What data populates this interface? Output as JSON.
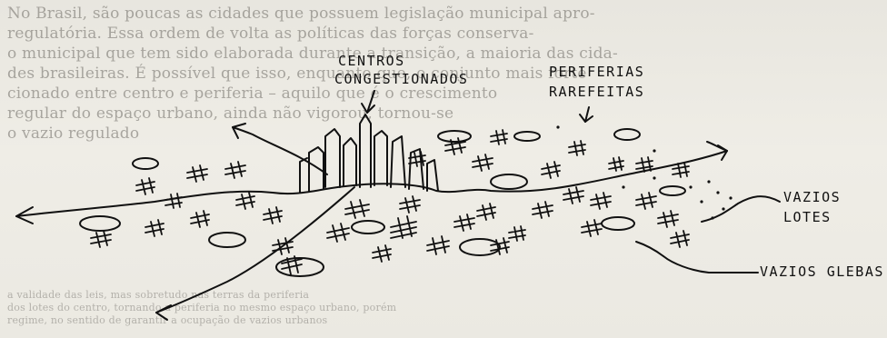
{
  "background_text": {
    "top_lines": [
      "No Brasil, são poucas as cidades que possuem legislação municipal apro-",
      "regulatória. Essa ordem de volta as políticas das forças conserva-",
      "o municipal que tem sido elaborada durante a transição, a maioria das cida-",
      "des brasileiras. É possível que isso, enquanto que, o conjunto mais forte",
      "cionado entre centro e periferia – aquilo que é o crescimento",
      "regular do espaço urbano, ainda não vigorou, tornou-se",
      "o vazio regulado"
    ],
    "bottom_lines": [
      "a validade das leis, mas sobretudo nas terras da periferia",
      "dos lotes do centro, tornando a periferia no mesmo espaço urbano, porém",
      "regime, no sentido de garantir a ocupação de vazios urbanos"
    ]
  },
  "sketch": {
    "labels": {
      "centers_line1": "CENTROS",
      "centers_line2": "CONGESTIONADOS",
      "periphery_line1": "PERIFERIAS",
      "periphery_line2": "RAREFEITAS",
      "lots_line1": "VAZIOS",
      "lots_line2": "LOTES",
      "glebas": "VAZIOS GLEBAS"
    }
  }
}
